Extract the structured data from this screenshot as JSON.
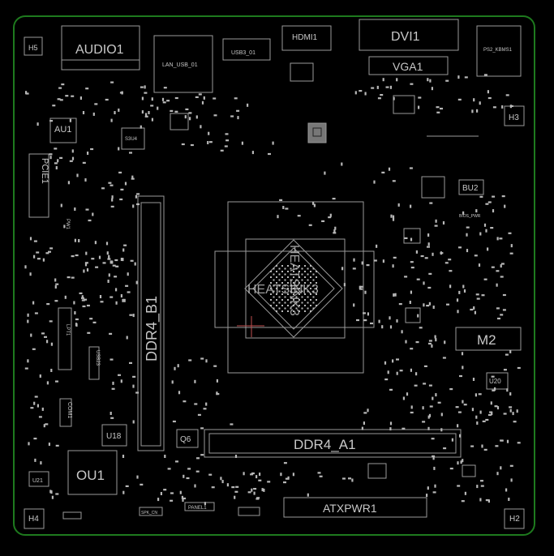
{
  "board": {
    "outline_color": "#1e7a1e",
    "silk_color": "#c8c8c8",
    "background_color": "#000000"
  },
  "labels": {
    "h5": "H5",
    "h3": "H3",
    "h4": "H4",
    "h2": "H2",
    "audio1": "AUDIO1",
    "lan_usb": "LAN_USB_01",
    "usb3": "USB3_01",
    "hdmi1": "HDMI1",
    "dvi1": "DVI1",
    "vga1": "VGA1",
    "ps2": "PS2_KBMS1",
    "au1": "AU1",
    "pcie1": "PCIE1",
    "pwr1": "PW1",
    "ddr4_b1": "DDR4_B1",
    "ddr4_a1": "DDR4_A1",
    "heatsink": "HEATSINK3",
    "heatsink_vertical": "HEATSINK3",
    "bu2": "BU2",
    "m2": "M2",
    "u20": "U20",
    "q6": "Q6",
    "u18": "U18",
    "ou1": "OU1",
    "u21": "U21",
    "atxpwr1": "ATXPWR1",
    "panel1": "PANEL1",
    "spk": "SPK_CN",
    "com1": "COM1",
    "usb23": "USB23",
    "lpt1": "LPT1",
    "s3u4": "S3U4",
    "bios_pwr": "BIOS_PWR"
  }
}
